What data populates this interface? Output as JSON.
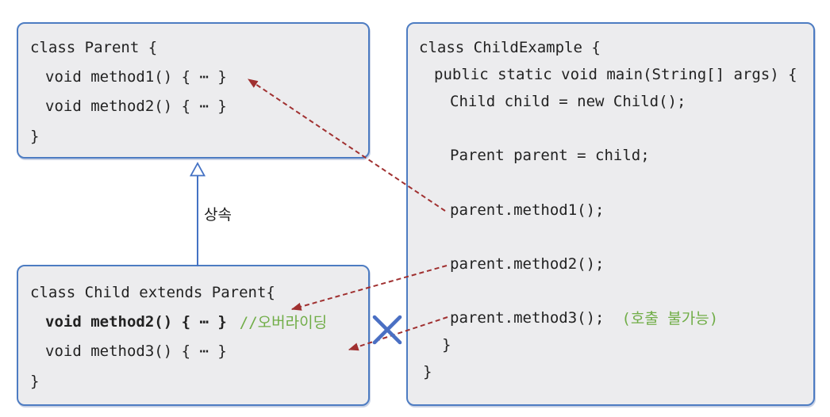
{
  "inheritance_label": "상속",
  "parent_box": {
    "lines": [
      {
        "text": "class Parent {"
      },
      {
        "text": "void method1() { ⋯ }"
      },
      {
        "text": "void method2() { ⋯ }"
      },
      {
        "text": "}"
      }
    ]
  },
  "child_box": {
    "lines": [
      {
        "text": "class Child extends Parent{"
      },
      {
        "code": "void method2() { ⋯ }",
        "comment": "//오버라이딩"
      },
      {
        "text": "void method3() { ⋯ }"
      },
      {
        "text": "}"
      }
    ]
  },
  "example_box": {
    "lines": [
      {
        "text": "class ChildExample {"
      },
      {
        "text": "public static void main(String[] args) {"
      },
      {
        "text": "Child child = new Child();"
      },
      {
        "text": "Parent parent = child;"
      },
      {
        "text": "parent.method1();"
      },
      {
        "text": "parent.method2();"
      },
      {
        "code": "parent.method3();",
        "note": "(호출 불가능)"
      },
      {
        "text": "}"
      },
      {
        "text": "}"
      }
    ]
  },
  "colors": {
    "box_border": "#4d7cc2",
    "box_background": "#ececee",
    "code_text": "#222222",
    "dashed_arrow_red": "#a03030",
    "comment_green": "#70ad47",
    "inheritance_blue": "#4472c4",
    "x_mark_blue": "#4a6fc3"
  }
}
